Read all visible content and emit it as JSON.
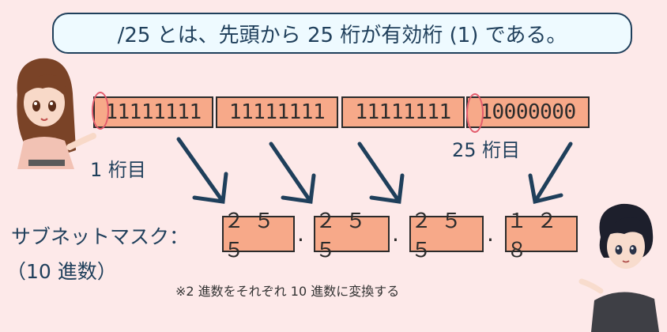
{
  "title": "/25 とは、先頭から 25 桁が有効桁 (1) である。",
  "binary_octets": [
    "11111111",
    "11111111",
    "11111111",
    "10000000"
  ],
  "first_digit_label": "1 桁目",
  "digit25_label": "25 桁目",
  "mask_label": "サブネットマスク：",
  "decimal_label": "（10 進数）",
  "decimal_octets": [
    "２５５",
    "２５５",
    "２５５",
    "１２８"
  ],
  "dot": ".",
  "note": "※2 進数をそれぞれ 10 進数に変換する",
  "colors": {
    "background": "#fde9e9",
    "box_fill": "#f7a989",
    "title_fill": "#eefaff",
    "navy": "#1f3f5b",
    "highlight": "#e35b6c"
  }
}
